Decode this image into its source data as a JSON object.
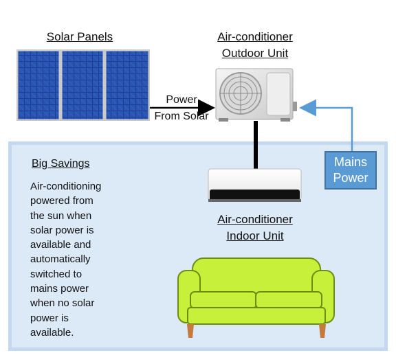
{
  "solar_panels": {
    "title": "Solar Panels"
  },
  "outdoor_unit": {
    "title_line1": "Air-conditioner",
    "title_line2": "Outdoor Unit"
  },
  "indoor_unit": {
    "title_line1": "Air-conditioner",
    "title_line2": "Indoor Unit"
  },
  "power_arrow": {
    "line1": "Power",
    "line2": "From Solar"
  },
  "mains": {
    "line1": "Mains",
    "line2": "Power"
  },
  "savings": {
    "title": "Big Savings",
    "body": "Air-conditioning\npowered from\nthe sun when\nsolar power is\navailable and\nautomatically\nswitched to\nmains power\nwhen no solar\npower is\navailable."
  },
  "colors": {
    "room_fill": "#dce9f7",
    "panel_blue": "#1c3f94",
    "mains_box": "#5b9bd5",
    "sofa": "#c6f03a",
    "sofa_legs": "#c47a3a"
  },
  "icons": [
    "solar-panel-icon",
    "outdoor-ac-unit-icon",
    "indoor-ac-unit-icon",
    "sofa-icon"
  ]
}
